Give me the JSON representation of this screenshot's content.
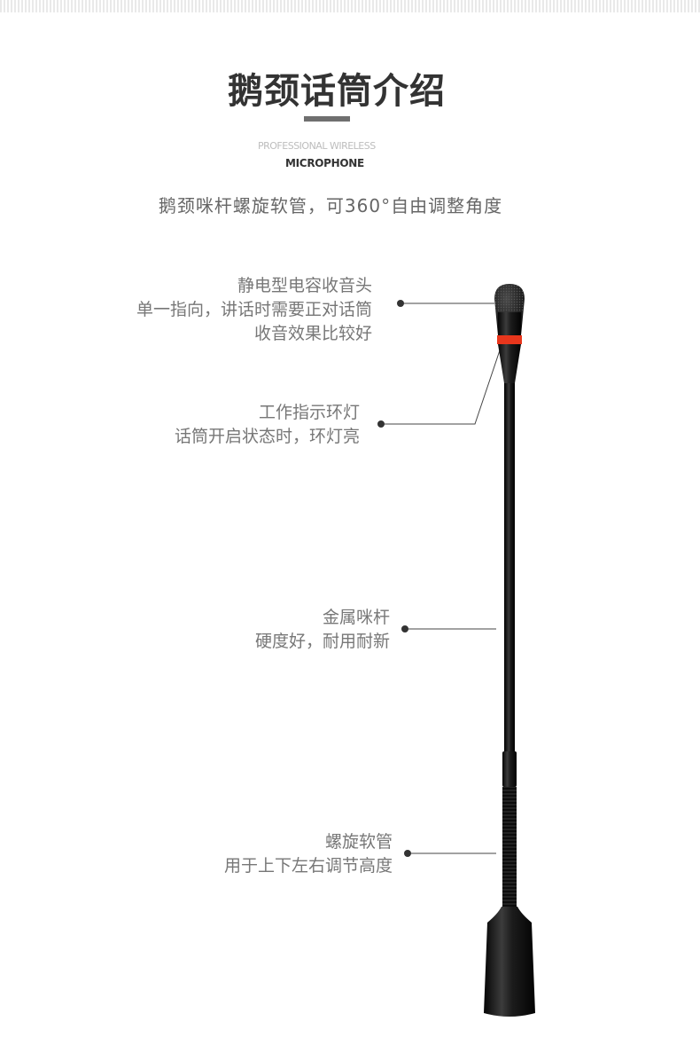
{
  "header": {
    "title": "鹅颈话筒介绍",
    "subtitle_line1": "PROFESSIONAL WIRELESS",
    "subtitle_line2": "MICROPHONE"
  },
  "tagline": "鹅颈咪杆螺旋软管，可360°自由调整角度",
  "callouts": [
    {
      "lines": [
        "静电型电容收音头",
        "单一指向，讲话时需要正对话筒",
        "收音效果比较好"
      ]
    },
    {
      "lines": [
        "工作指示环灯",
        "话筒开启状态时，环灯亮"
      ]
    },
    {
      "lines": [
        "金属咪杆",
        "硬度好，耐用耐新"
      ]
    },
    {
      "lines": [
        "螺旋软管",
        "用于上下左右调节高度"
      ]
    }
  ],
  "colors": {
    "indicator_ring": "#e8361c",
    "mic_body": "#0b0b0b",
    "text": "#777777",
    "title": "#333333"
  },
  "icons": [
    "microphone-head-icon",
    "indicator-ring-icon",
    "callout-dot-icon"
  ]
}
